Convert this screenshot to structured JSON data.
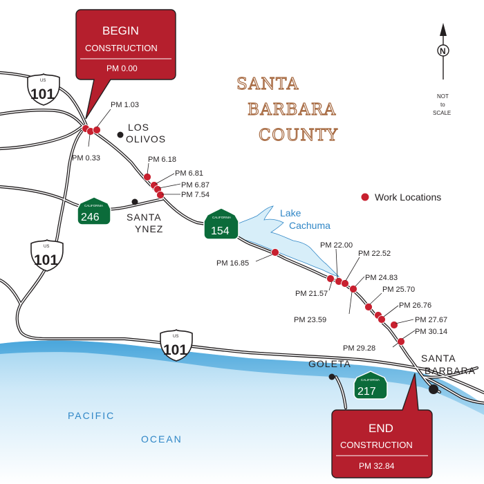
{
  "county": {
    "line1": "SANTA",
    "line2": "BARBARA",
    "line3": "COUNTY"
  },
  "north_arrow": {
    "letter": "N",
    "scale_line1": "NOT",
    "scale_line2": "to",
    "scale_line3": "SCALE"
  },
  "begin_callout": {
    "title": "BEGIN",
    "subtitle": "CONSTRUCTION",
    "postmile": "PM 0.00"
  },
  "end_callout": {
    "title": "END",
    "subtitle": "CONSTRUCTION",
    "postmile": "PM 32.84"
  },
  "legend": {
    "label": "Work Locations",
    "color": "#c8202f"
  },
  "cities": {
    "los_olivos": [
      "LOS",
      "OLIVOS"
    ],
    "santa_ynez": [
      "SANTA",
      "YNEZ"
    ],
    "goleta": "GOLETA",
    "santa_barbara": [
      "SANTA",
      "BARBARA"
    ]
  },
  "water": {
    "lake": [
      "Lake",
      "Cachuma"
    ],
    "ocean_line1": "PACIFIC",
    "ocean_line2": "OCEAN"
  },
  "shields": {
    "us_label": "US",
    "california_label": "CALIFORNIA",
    "us101": "101",
    "ca246": "246",
    "ca154": "154",
    "ca217": "217"
  },
  "postmiles": [
    "PM 0.33",
    "PM 1.03",
    "PM 6.18",
    "PM 6.81",
    "PM 6.87",
    "PM 7.54",
    "PM 16.85",
    "PM 21.57",
    "PM 22.00",
    "PM 22.52",
    "PM 23.59",
    "PM 24.83",
    "PM 25.70",
    "PM 26.76",
    "PM 27.67",
    "PM 29.28",
    "PM 30.14"
  ],
  "colors": {
    "callout_red": "#b51f2d",
    "highway_shield_green": "#0b6b3a",
    "ocean_blue": "#2f86c6",
    "county_outline": "#a6683f"
  }
}
